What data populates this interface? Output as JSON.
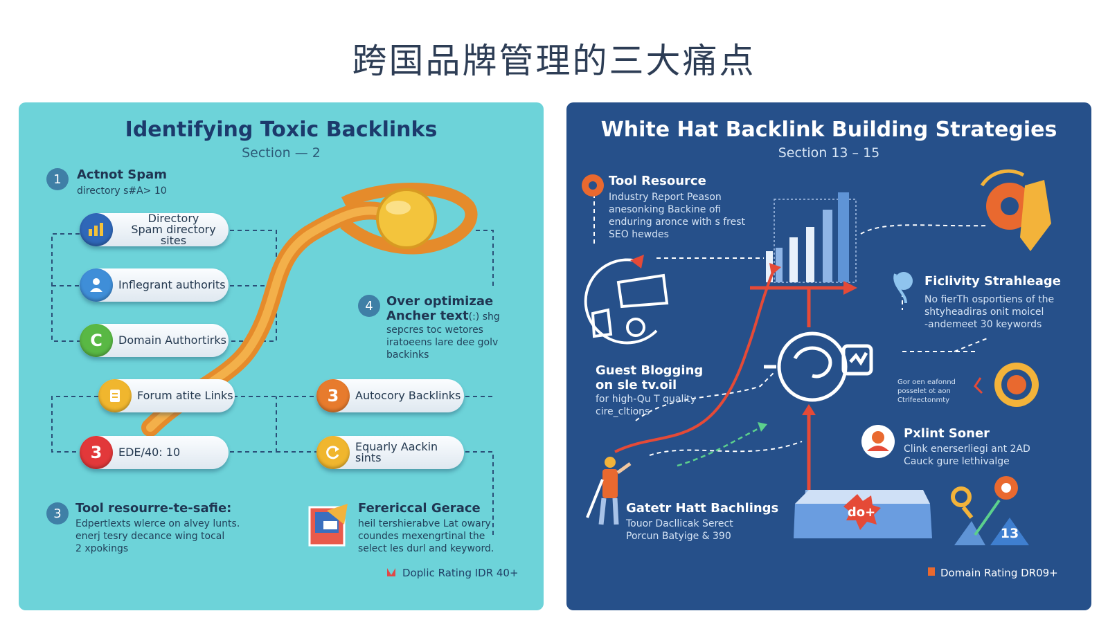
{
  "page": {
    "title": "跨国品牌管理的三大痛点"
  },
  "left": {
    "title": "Identifying Toxic Backlinks",
    "section": "Section — 2",
    "item1": {
      "num": "1",
      "title": "Actnot Spam",
      "text": "directory s#A> 10"
    },
    "pills": [
      {
        "icon_text": "",
        "label_line1": "Directory",
        "label_line2": "Spam directory sites",
        "icon": "bar-chart-icon",
        "color": "#2f67b8"
      },
      {
        "icon_text": "",
        "label_line1": "",
        "label_line2": "Inflegrant authorits",
        "icon": "user-icon",
        "color": "#3f8ed8"
      },
      {
        "icon_text": "C",
        "label_line1": "",
        "label_line2": "Domain Authortirks",
        "icon": "letter-c-icon",
        "color": "#59b844"
      },
      {
        "icon_text": "",
        "label_line1": "",
        "label_line2": "Forum atite Links",
        "icon": "document-icon",
        "color": "#f0b62e"
      },
      {
        "icon_text": "3",
        "label_line1": "",
        "label_line2": "EDE/40: 10",
        "icon": "number-icon",
        "color": "#e2383a"
      },
      {
        "icon_text": "3",
        "label_line1": "",
        "label_line2": "Autocory Backlinks",
        "icon": "number-icon",
        "color": "#e77b2d"
      },
      {
        "icon_text": "",
        "label_line1": "",
        "label_line2": "Equarly Aackin sints",
        "icon": "refresh-icon",
        "color": "#f0b62e"
      }
    ],
    "item4": {
      "num": "4",
      "title_line1": "Over optimizae",
      "title_line2": "Ancher text",
      "title_suffix": "(:) shg",
      "text_lines": [
        "sepcres toc wetores",
        "iratoeens lare dee golv",
        "backinks"
      ]
    },
    "item3": {
      "num": "3",
      "title": "Tool resourre-te-safie:",
      "text_lines": [
        "Edpertlexts wlerce on alvey lunts.",
        "enerj tesry decance wing tocal",
        "2 xpokings"
      ]
    },
    "item5": {
      "title": "Ferericcal Gerace",
      "text_lines": [
        "heil tershierabve Lat owary",
        "coundes mexengrtinal the",
        "select les durl and keyword."
      ]
    },
    "footer": "Doplic Rating IDR 40+"
  },
  "right": {
    "title": "White Hat Backlink Building Strategies",
    "section": "Section 13 – 15",
    "tool": {
      "title": "Tool Resource",
      "text_lines": [
        "Industry Report Peason",
        "anesonking Backine ofi",
        "enduring aronce with s frest",
        "SEO hewdes"
      ]
    },
    "facility": {
      "title": "Ficlivity Strahleage",
      "text_lines": [
        "No fierTh osportiens of the",
        "shtyheadiras onit moicel",
        "-andemeet 30 keywords"
      ]
    },
    "guest": {
      "title_line1": "Guest Blogging",
      "title_line2": "on sle tv.oil",
      "text_lines": [
        "for high-Qu T quality",
        "cire_cltions"
      ]
    },
    "small": {
      "text_lines": [
        "Gor oen eafonnd",
        "posselet ot aon",
        "Ctrlfeectonmty"
      ]
    },
    "pxint": {
      "title": "Pxlint Soner",
      "text_lines": [
        "Clink enerserliegi ant 2AD",
        "Cauck gure lethivalge"
      ]
    },
    "gater": {
      "title": "Gatetr Hatt Bachlings",
      "text_lines": [
        "Touor Dacllicak Serect",
        "Porcun Batyige & 390"
      ]
    },
    "badge": "do+",
    "num_badge": "13",
    "footer": "Domain Rating DR09+"
  }
}
